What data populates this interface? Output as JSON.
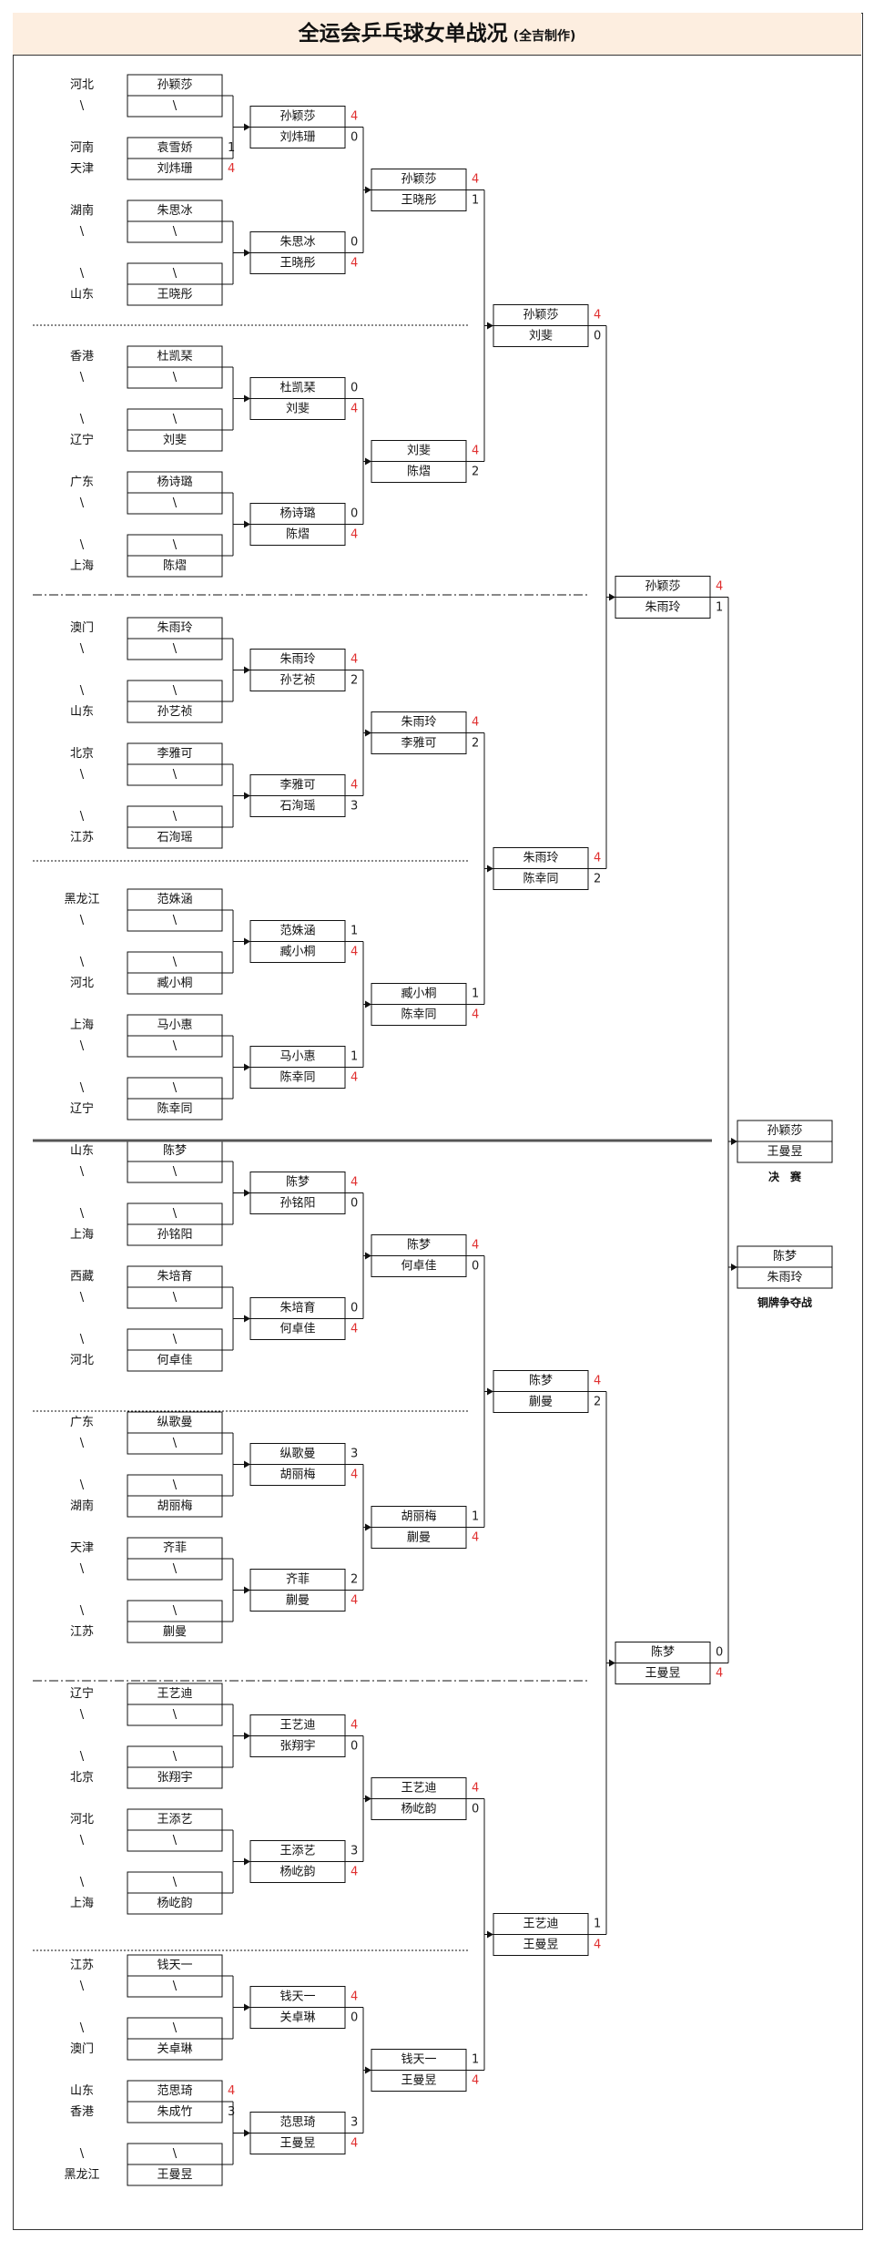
{
  "title": "全运会乒乓球女单战况",
  "subtitle": "(全吉制作)",
  "bye": "\\",
  "colors": {
    "winner_score": "#e03030",
    "loser_score": "#222222",
    "line": "#111111",
    "title_bg": "#fdeee0"
  },
  "labels": {
    "final": "决　赛",
    "bronze": "铜牌争夺战"
  },
  "r1": [
    {
      "top": {
        "prov": "河北",
        "name": "孙颖莎"
      },
      "bot": {
        "prov": "\\",
        "name": "\\"
      }
    },
    {
      "top": {
        "prov": "河南",
        "name": "袁雪娇",
        "score": "1"
      },
      "bot": {
        "prov": "天津",
        "name": "刘炜珊",
        "score": "4"
      }
    },
    {
      "top": {
        "prov": "湖南",
        "name": "朱思冰"
      },
      "bot": {
        "prov": "\\",
        "name": "\\"
      }
    },
    {
      "top": {
        "prov": "\\",
        "name": "\\"
      },
      "bot": {
        "prov": "山东",
        "name": "王晓彤"
      }
    },
    {
      "top": {
        "prov": "香港",
        "name": "杜凯琹"
      },
      "bot": {
        "prov": "\\",
        "name": "\\"
      }
    },
    {
      "top": {
        "prov": "\\",
        "name": "\\"
      },
      "bot": {
        "prov": "辽宁",
        "name": "刘斐"
      }
    },
    {
      "top": {
        "prov": "广东",
        "name": "杨诗璐"
      },
      "bot": {
        "prov": "\\",
        "name": "\\"
      }
    },
    {
      "top": {
        "prov": "\\",
        "name": "\\"
      },
      "bot": {
        "prov": "上海",
        "name": "陈熠"
      }
    },
    {
      "top": {
        "prov": "澳门",
        "name": "朱雨玲"
      },
      "bot": {
        "prov": "\\",
        "name": "\\"
      }
    },
    {
      "top": {
        "prov": "\\",
        "name": "\\"
      },
      "bot": {
        "prov": "山东",
        "name": "孙艺祯"
      }
    },
    {
      "top": {
        "prov": "北京",
        "name": "李雅可"
      },
      "bot": {
        "prov": "\\",
        "name": "\\"
      }
    },
    {
      "top": {
        "prov": "\\",
        "name": "\\"
      },
      "bot": {
        "prov": "江苏",
        "name": "石洵瑶"
      }
    },
    {
      "top": {
        "prov": "黑龙江",
        "name": "范姝涵"
      },
      "bot": {
        "prov": "\\",
        "name": "\\"
      }
    },
    {
      "top": {
        "prov": "\\",
        "name": "\\"
      },
      "bot": {
        "prov": "河北",
        "name": "臧小桐"
      }
    },
    {
      "top": {
        "prov": "上海",
        "name": "马小惠"
      },
      "bot": {
        "prov": "\\",
        "name": "\\"
      }
    },
    {
      "top": {
        "prov": "\\",
        "name": "\\"
      },
      "bot": {
        "prov": "辽宁",
        "name": "陈幸同"
      }
    },
    {
      "top": {
        "prov": "山东",
        "name": "陈梦"
      },
      "bot": {
        "prov": "\\",
        "name": "\\"
      }
    },
    {
      "top": {
        "prov": "\\",
        "name": "\\"
      },
      "bot": {
        "prov": "上海",
        "name": "孙铭阳"
      }
    },
    {
      "top": {
        "prov": "西藏",
        "name": "朱培育"
      },
      "bot": {
        "prov": "\\",
        "name": "\\"
      }
    },
    {
      "top": {
        "prov": "\\",
        "name": "\\"
      },
      "bot": {
        "prov": "河北",
        "name": "何卓佳"
      }
    },
    {
      "top": {
        "prov": "广东",
        "name": "纵歌曼"
      },
      "bot": {
        "prov": "\\",
        "name": "\\"
      }
    },
    {
      "top": {
        "prov": "\\",
        "name": "\\"
      },
      "bot": {
        "prov": "湖南",
        "name": "胡丽梅"
      }
    },
    {
      "top": {
        "prov": "天津",
        "name": "齐菲"
      },
      "bot": {
        "prov": "\\",
        "name": "\\"
      }
    },
    {
      "top": {
        "prov": "\\",
        "name": "\\"
      },
      "bot": {
        "prov": "江苏",
        "name": "蒯曼"
      }
    },
    {
      "top": {
        "prov": "辽宁",
        "name": "王艺迪"
      },
      "bot": {
        "prov": "\\",
        "name": "\\"
      }
    },
    {
      "top": {
        "prov": "\\",
        "name": "\\"
      },
      "bot": {
        "prov": "北京",
        "name": "张翔宇"
      }
    },
    {
      "top": {
        "prov": "河北",
        "name": "王添艺"
      },
      "bot": {
        "prov": "\\",
        "name": "\\"
      }
    },
    {
      "top": {
        "prov": "\\",
        "name": "\\"
      },
      "bot": {
        "prov": "上海",
        "name": "杨屹韵"
      }
    },
    {
      "top": {
        "prov": "江苏",
        "name": "钱天一"
      },
      "bot": {
        "prov": "\\",
        "name": "\\"
      }
    },
    {
      "top": {
        "prov": "\\",
        "name": "\\"
      },
      "bot": {
        "prov": "澳门",
        "name": "关卓琳"
      }
    },
    {
      "top": {
        "prov": "山东",
        "name": "范思琦",
        "score": "4"
      },
      "bot": {
        "prov": "香港",
        "name": "朱成竹",
        "score": "3"
      }
    },
    {
      "top": {
        "prov": "\\",
        "name": "\\"
      },
      "bot": {
        "prov": "黑龙江",
        "name": "王曼昱"
      }
    }
  ],
  "r2": [
    {
      "top": {
        "name": "孙颖莎",
        "score": "4"
      },
      "bot": {
        "name": "刘炜珊",
        "score": "0"
      }
    },
    {
      "top": {
        "name": "朱思冰",
        "score": "0"
      },
      "bot": {
        "name": "王晓彤",
        "score": "4"
      }
    },
    {
      "top": {
        "name": "杜凯琹",
        "score": "0"
      },
      "bot": {
        "name": "刘斐",
        "score": "4"
      }
    },
    {
      "top": {
        "name": "杨诗璐",
        "score": "0"
      },
      "bot": {
        "name": "陈熠",
        "score": "4"
      }
    },
    {
      "top": {
        "name": "朱雨玲",
        "score": "4"
      },
      "bot": {
        "name": "孙艺祯",
        "score": "2"
      }
    },
    {
      "top": {
        "name": "李雅可",
        "score": "4"
      },
      "bot": {
        "name": "石洵瑶",
        "score": "3"
      }
    },
    {
      "top": {
        "name": "范姝涵",
        "score": "1"
      },
      "bot": {
        "name": "臧小桐",
        "score": "4"
      }
    },
    {
      "top": {
        "name": "马小惠",
        "score": "1"
      },
      "bot": {
        "name": "陈幸同",
        "score": "4"
      }
    },
    {
      "top": {
        "name": "陈梦",
        "score": "4"
      },
      "bot": {
        "name": "孙铭阳",
        "score": "0"
      }
    },
    {
      "top": {
        "name": "朱培育",
        "score": "0"
      },
      "bot": {
        "name": "何卓佳",
        "score": "4"
      }
    },
    {
      "top": {
        "name": "纵歌曼",
        "score": "3"
      },
      "bot": {
        "name": "胡丽梅",
        "score": "4"
      }
    },
    {
      "top": {
        "name": "齐菲",
        "score": "2"
      },
      "bot": {
        "name": "蒯曼",
        "score": "4"
      }
    },
    {
      "top": {
        "name": "王艺迪",
        "score": "4"
      },
      "bot": {
        "name": "张翔宇",
        "score": "0"
      }
    },
    {
      "top": {
        "name": "王添艺",
        "score": "3"
      },
      "bot": {
        "name": "杨屹韵",
        "score": "4"
      }
    },
    {
      "top": {
        "name": "钱天一",
        "score": "4"
      },
      "bot": {
        "name": "关卓琳",
        "score": "0"
      }
    },
    {
      "top": {
        "name": "范思琦",
        "score": "3"
      },
      "bot": {
        "name": "王曼昱",
        "score": "4"
      }
    }
  ],
  "r3": [
    {
      "top": {
        "name": "孙颖莎",
        "score": "4"
      },
      "bot": {
        "name": "王晓彤",
        "score": "1"
      }
    },
    {
      "top": {
        "name": "刘斐",
        "score": "4"
      },
      "bot": {
        "name": "陈熠",
        "score": "2"
      }
    },
    {
      "top": {
        "name": "朱雨玲",
        "score": "4"
      },
      "bot": {
        "name": "李雅可",
        "score": "2"
      }
    },
    {
      "top": {
        "name": "臧小桐",
        "score": "1"
      },
      "bot": {
        "name": "陈幸同",
        "score": "4"
      }
    },
    {
      "top": {
        "name": "陈梦",
        "score": "4"
      },
      "bot": {
        "name": "何卓佳",
        "score": "0"
      }
    },
    {
      "top": {
        "name": "胡丽梅",
        "score": "1"
      },
      "bot": {
        "name": "蒯曼",
        "score": "4"
      }
    },
    {
      "top": {
        "name": "王艺迪",
        "score": "4"
      },
      "bot": {
        "name": "杨屹韵",
        "score": "0"
      }
    },
    {
      "top": {
        "name": "钱天一",
        "score": "1"
      },
      "bot": {
        "name": "王曼昱",
        "score": "4"
      }
    }
  ],
  "r4": [
    {
      "top": {
        "name": "孙颖莎",
        "score": "4"
      },
      "bot": {
        "name": "刘斐",
        "score": "0"
      }
    },
    {
      "top": {
        "name": "朱雨玲",
        "score": "4"
      },
      "bot": {
        "name": "陈幸同",
        "score": "2"
      }
    },
    {
      "top": {
        "name": "陈梦",
        "score": "4"
      },
      "bot": {
        "name": "蒯曼",
        "score": "2"
      }
    },
    {
      "top": {
        "name": "王艺迪",
        "score": "1"
      },
      "bot": {
        "name": "王曼昱",
        "score": "4"
      }
    }
  ],
  "r5": [
    {
      "top": {
        "name": "孙颖莎",
        "score": "4"
      },
      "bot": {
        "name": "朱雨玲",
        "score": "1"
      }
    },
    {
      "top": {
        "name": "陈梦",
        "score": "0"
      },
      "bot": {
        "name": "王曼昱",
        "score": "4"
      }
    }
  ],
  "final": {
    "top": {
      "name": "孙颖莎"
    },
    "bot": {
      "name": "王曼昱"
    }
  },
  "bronze_match": {
    "top": {
      "name": "陈梦"
    },
    "bot": {
      "name": "朱雨玲"
    }
  }
}
